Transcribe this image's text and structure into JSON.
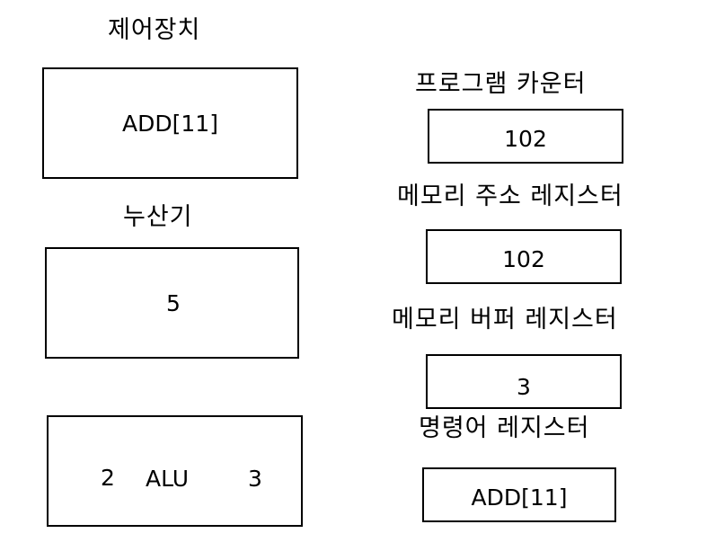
{
  "control_unit": {
    "title": "제어장치",
    "value": "ADD[11]"
  },
  "accumulator": {
    "title": "누산기",
    "value": "5"
  },
  "alu": {
    "label": "ALU",
    "left_operand": "2",
    "right_operand": "3"
  },
  "program_counter": {
    "title": "프로그램 카운터",
    "value": "102"
  },
  "memory_address_register": {
    "title": "메모리 주소 레지스터",
    "value": "102"
  },
  "memory_buffer_register": {
    "title": "메모리 버퍼 레지스터",
    "value": "3"
  },
  "instruction_register": {
    "title": "명령어 레지스터",
    "value": "ADD[11]"
  }
}
